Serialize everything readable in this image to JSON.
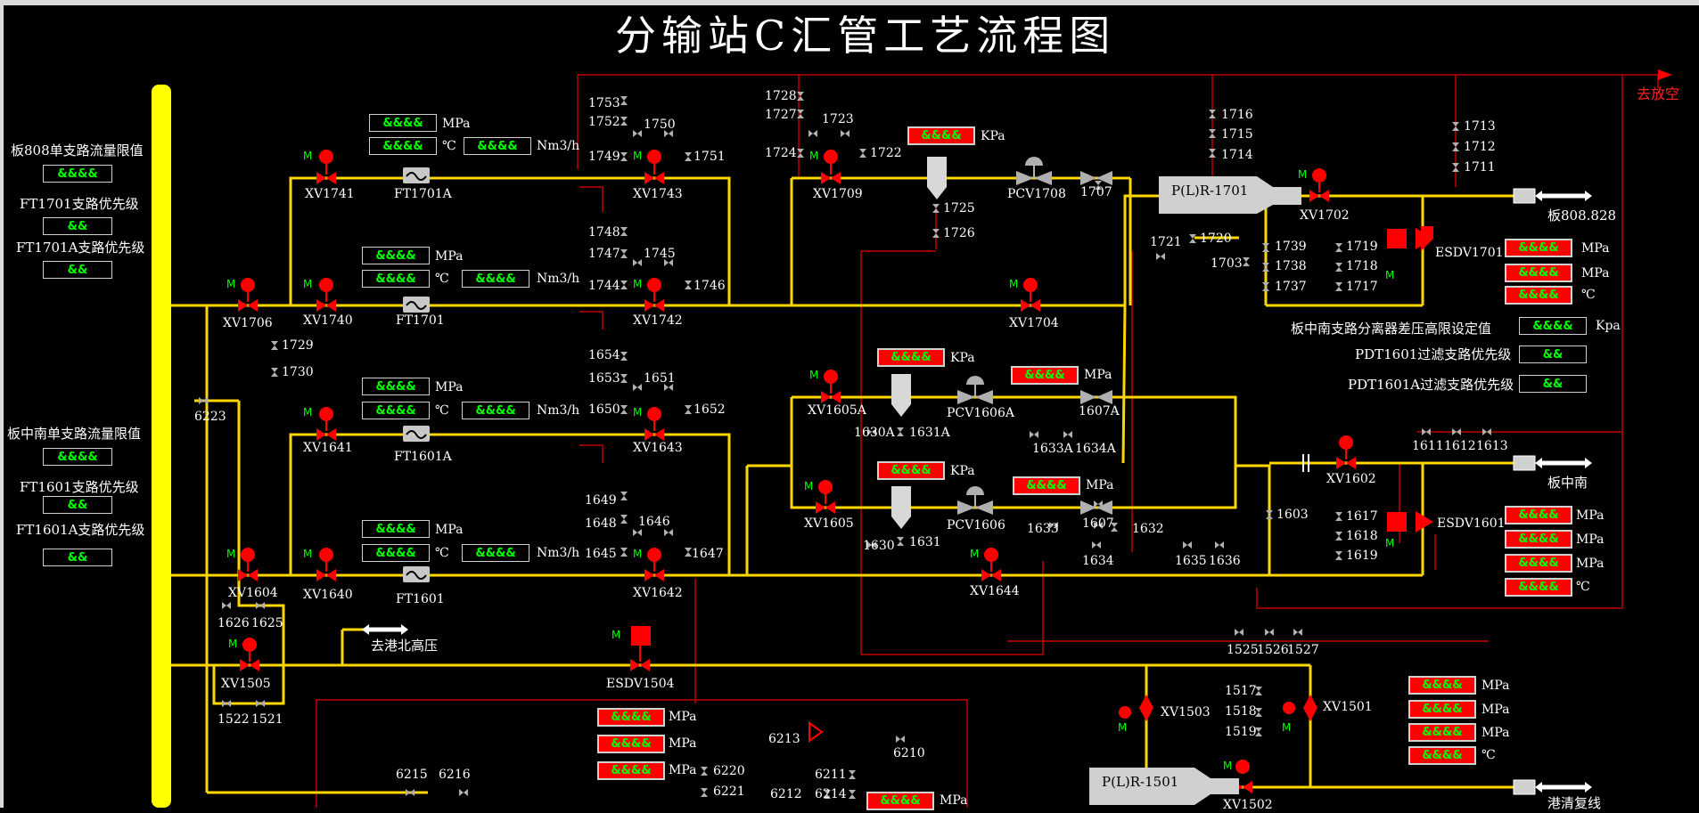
{
  "title": "分输站C汇管工艺流程图",
  "placeholder": "&&&&",
  "placeholder_short": "&&",
  "left_panel": {
    "ban808_limit_label": "板808单支路流量限值",
    "ft1701_priority_label": "FT1701支路优先级",
    "ft1701a_priority_label": "FT1701A支路优先级",
    "banzhongnan_limit_label": "板中南单支路流量限值",
    "ft1601_priority_label": "FT1601支路优先级",
    "ft1601a_priority_label": "FT1601A支路优先级"
  },
  "right_panel": {
    "pdt_setpoint_label": "板中南支路分离器差压高限设定值",
    "pdt1601_priority_label": "PDT1601过滤支路优先级",
    "pdt1601a_priority_label": "PDT1601A过滤支路优先级",
    "kpa_unit": "Kpa"
  },
  "units": {
    "mpa": "MPa",
    "degc": "℃",
    "nm3h": "Nm3/h",
    "kpa": "KPa"
  },
  "destinations": {
    "vent": "去放空",
    "ban808": "板808.828",
    "banzhongnan": "板中南",
    "ganbei": "去港北高压",
    "gangqing": "港清复线"
  },
  "m_label": "M",
  "devices": {
    "xv1741": "XV1741",
    "ft1701a": "FT1701A",
    "xv1743": "XV1743",
    "xv1740": "XV1740",
    "ft1701": "FT1701",
    "xv1742": "XV1742",
    "xv1706": "XV1706",
    "xv1709": "XV1709",
    "pcv1708": "PCV1708",
    "v1707": "1707",
    "pr1701": "P(L)R-1701",
    "xv1702": "XV1702",
    "esdv1701": "ESDV1701",
    "xv1704": "XV1704",
    "xv1641": "XV1641",
    "ft1601a": "FT1601A",
    "xv1643": "XV1643",
    "xv1604": "XV1604",
    "xv1640": "XV1640",
    "ft1601": "FT1601",
    "xv1642": "XV1642",
    "xv1605a": "XV1605A",
    "pcv1606a": "PCV1606A",
    "v1607a": "1607A",
    "xv1605": "XV1605",
    "pcv1606": "PCV1606",
    "v1607": "1607",
    "xv1644": "XV1644",
    "xv1602": "XV1602",
    "esdv1601": "ESDV1601",
    "xv1505": "XV1505",
    "esdv1504": "ESDV1504",
    "xv1503": "XV1503",
    "xv1501": "XV1501",
    "pr1501": "P(L)R-1501",
    "xv1502": "XV1502",
    "v6223": "6223"
  },
  "valve_tags": {
    "t1753": "1753",
    "t1752": "1752",
    "t1750": "1750",
    "t1749": "1749",
    "t1751": "1751",
    "t1748": "1748",
    "t1747": "1747",
    "t1745": "1745",
    "t1744": "1744",
    "t1746": "1746",
    "t1728": "1728",
    "t1727": "1727",
    "t1723": "1723",
    "t1724": "1724",
    "t1722": "1722",
    "t1725": "1725",
    "t1726": "1726",
    "t1716": "1716",
    "t1715": "1715",
    "t1714": "1714",
    "t1713": "1713",
    "t1712": "1712",
    "t1711": "1711",
    "t1721": "1721",
    "t1720": "1720",
    "t1703": "1703",
    "t1739": "1739",
    "t1738": "1738",
    "t1737": "1737",
    "t1719": "1719",
    "t1718": "1718",
    "t1717": "1717",
    "t1729": "1729",
    "t1730": "1730",
    "t1654": "1654",
    "t1653": "1653",
    "t1651": "1651",
    "t1650": "1650",
    "t1652": "1652",
    "t1649": "1649",
    "t1648": "1648",
    "t1646": "1646",
    "t1645": "1645",
    "t1647": "1647",
    "t1630a": "1630A",
    "t1631a": "1631A",
    "t1633a": "1633A",
    "t1634a": "1634A",
    "t1630": "1630",
    "t1631": "1631",
    "t1633": "1633",
    "t1632": "1632",
    "t1634": "1634",
    "t1635": "1635",
    "t1636": "1636",
    "t1603": "1603",
    "t1611": "1611",
    "t1612": "1612",
    "t1613": "1613",
    "t1617": "1617",
    "t1618": "1618",
    "t1619": "1619",
    "t1626": "1626",
    "t1625": "1625",
    "t1522": "1522",
    "t1521": "1521",
    "t1525": "1525",
    "t1526": "1526",
    "t1527": "1527",
    "t1517": "1517",
    "t1518": "1518",
    "t1519": "1519",
    "t6215": "6215",
    "t6216": "6216",
    "t6213": "6213",
    "t6210": "6210",
    "t6211": "6211",
    "t6212": "6212",
    "t6214": "6214",
    "t6220": "6220",
    "t6221": "6221"
  },
  "colors": {
    "pipe": "#ffd700",
    "header": "#ffff00",
    "vent_line": "#c00000",
    "valve_red": "#ff0000",
    "valve_grey": "#b0b0b0"
  }
}
